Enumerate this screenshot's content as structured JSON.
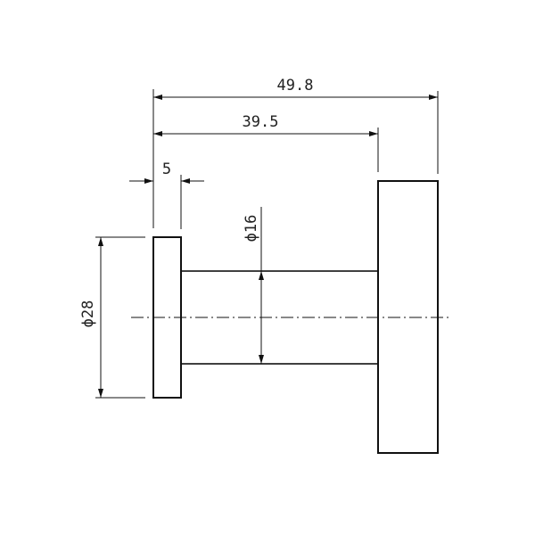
{
  "drawing": {
    "dimensions": {
      "overall_length": "49.8",
      "body_length": "39.5",
      "flange_thickness": "5",
      "shaft_diameter": "ϕ16",
      "flange_diameter": "ϕ28"
    },
    "line_color": "#111111"
  }
}
